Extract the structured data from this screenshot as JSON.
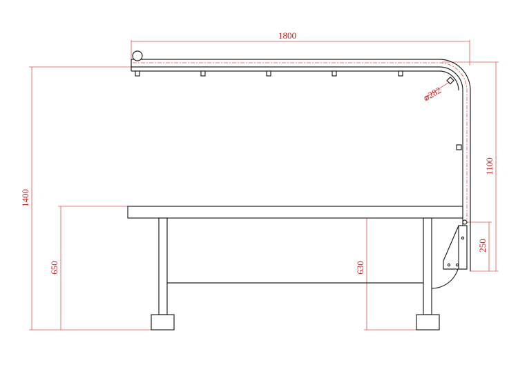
{
  "colors": {
    "dimension": "#cc2222",
    "object": "#222222",
    "background": "#ffffff"
  },
  "dimensions": {
    "width_top": "1800",
    "height_total": "1400",
    "height_right": "1100",
    "height_table_left": "650",
    "height_table_right": "630",
    "bracket_height": "250",
    "bend_diameter": "⌀282"
  }
}
